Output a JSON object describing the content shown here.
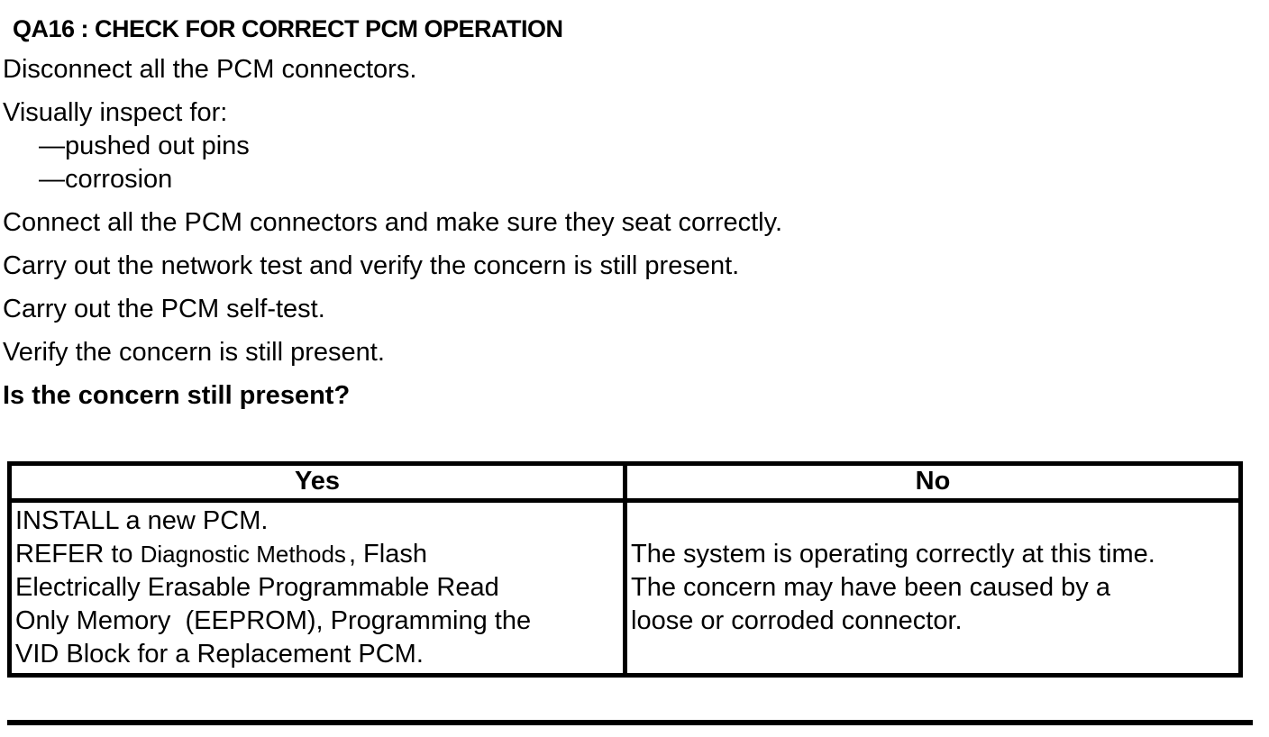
{
  "title": "QA16 : CHECK FOR CORRECT PCM OPERATION",
  "steps": {
    "disconnect": "Disconnect all the PCM connectors.",
    "inspect_intro": "Visually inspect for:",
    "inspect_items": [
      "—pushed out pins",
      "—corrosion"
    ],
    "connect": "Connect all the PCM connectors and make sure they seat correctly.",
    "network_test": "Carry out the network test and verify the concern is still present.",
    "self_test": "Carry out the PCM self-test.",
    "verify": "Verify the concern is still present.",
    "question": "Is the concern still present?"
  },
  "result_table": {
    "yes_header": "Yes",
    "no_header": "No",
    "yes_cell": {
      "line1": "INSTALL a new PCM.",
      "line2_prefix": "REFER to ",
      "line2_link": "Diagnostic Methods",
      "line2_suffix": ", Flash",
      "line3": "Electrically Erasable Programmable Read",
      "line4": "Only Memory  (EEPROM), Programming the",
      "line5": "VID Block for a Replacement PCM."
    },
    "no_cell": {
      "lines": [
        "The system is operating correctly at this time.",
        "The concern may have been caused by a",
        "loose or corroded connector."
      ]
    }
  },
  "colors": {
    "text": "#000000",
    "background": "#ffffff",
    "border": "#000000"
  }
}
